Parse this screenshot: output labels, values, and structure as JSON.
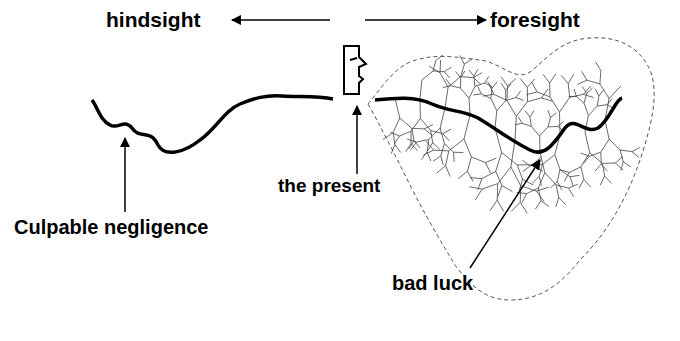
{
  "diagram": {
    "labels": [
      "hindsight",
      "foresight",
      "the present",
      "Culpable negligence",
      "bad luck"
    ]
  }
}
